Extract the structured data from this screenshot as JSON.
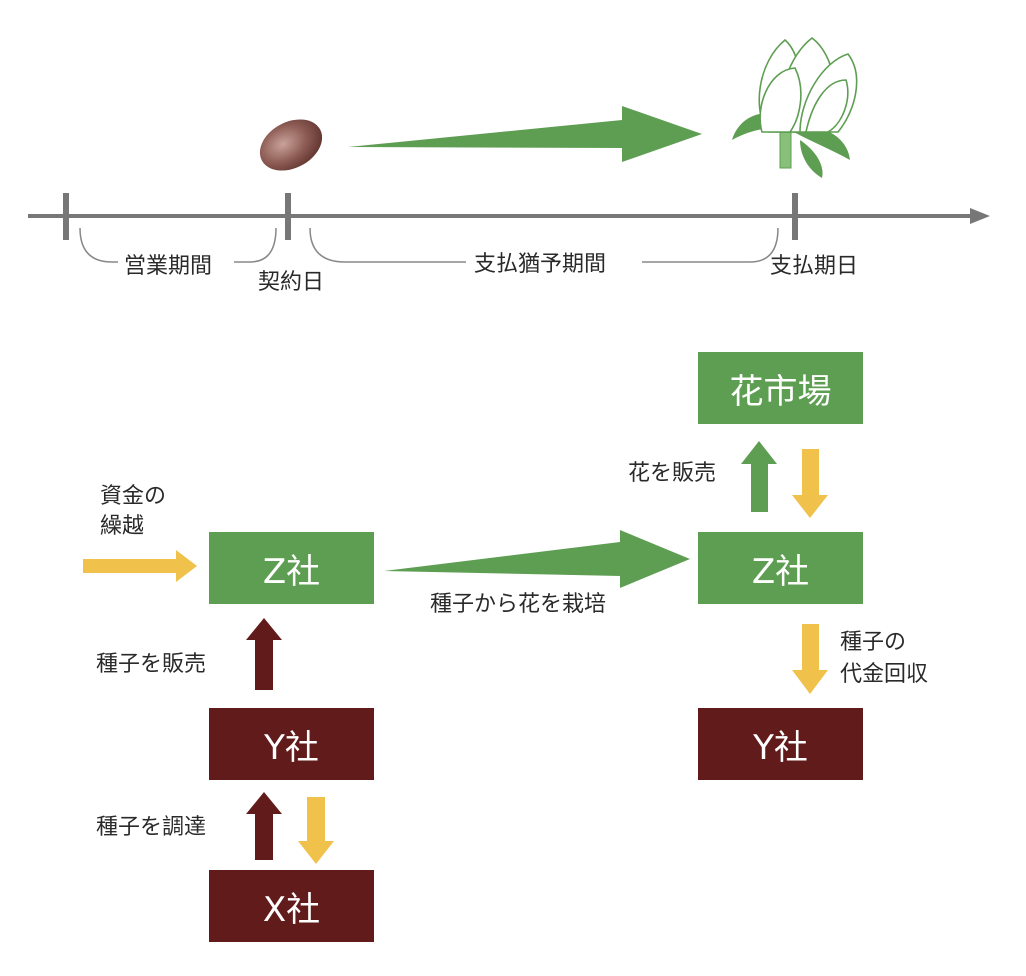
{
  "colors": {
    "green": "#5e9e52",
    "brown": "#611b1b",
    "yellow": "#f0c24b",
    "timeline": "#777777"
  },
  "timeline": {
    "sales_period": "営業期間",
    "contract_date": "契約日",
    "deferral_period": "支払猶予期間",
    "due_date": "支払期日"
  },
  "icons": {
    "seed": "seed-icon",
    "flower": "flower-icon"
  },
  "boxes": {
    "flower_market": "花市場",
    "z_left": "Z社",
    "z_right": "Z社",
    "y_left": "Y社",
    "y_right": "Y社",
    "x": "X社"
  },
  "labels": {
    "carry_over_1": "資金の",
    "carry_over_2": "繰越",
    "sell_seeds": "種子を販売",
    "procure_seeds": "種子を調達",
    "grow_flowers": "種子から花を栽培",
    "sell_flowers": "花を販売",
    "collect_1": "種子の",
    "collect_2": "代金回収"
  }
}
